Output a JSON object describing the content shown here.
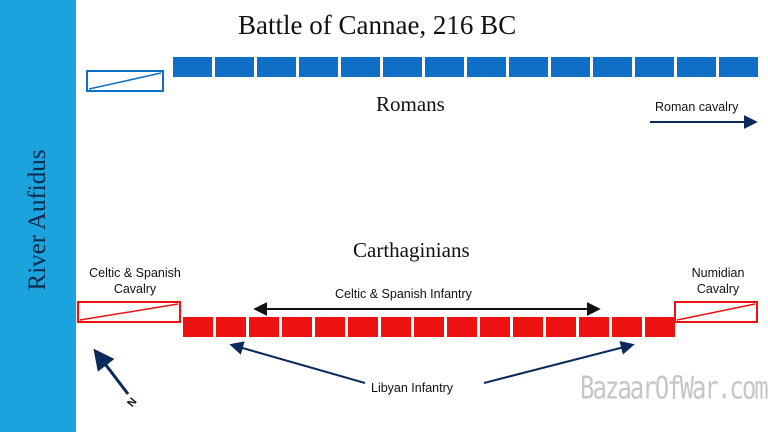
{
  "title": "Battle of Cannae, 216 BC",
  "river": {
    "label": "River Aufidus"
  },
  "romans": {
    "label": "Romans",
    "cavalry_label": "Roman cavalry",
    "infantry_block_count": 14
  },
  "carthaginians": {
    "label": "Carthaginians",
    "left_cavalry_label_line1": "Celtic & Spanish",
    "left_cavalry_label_line2": "Cavalry",
    "right_cavalry_label_line1": "Numidian",
    "right_cavalry_label_line2": "Cavalry",
    "center_label": "Celtic & Spanish Infantry",
    "flank_label": "Libyan Infantry",
    "infantry_block_count": 15
  },
  "compass": {
    "label": "N"
  },
  "watermark": "BazaarOfWar.com",
  "colors": {
    "roman": "#0f6fc6",
    "carthaginian": "#ee1111",
    "river": "#1aa3dd",
    "arrow": "#0a2a5c"
  }
}
